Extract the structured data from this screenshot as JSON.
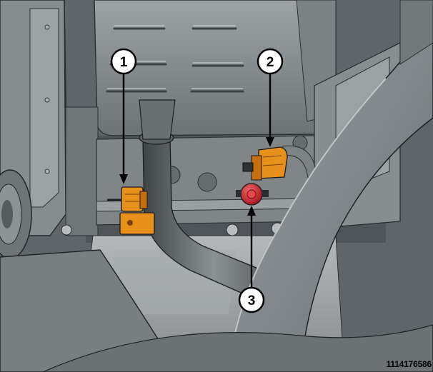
{
  "figure": {
    "callouts": [
      {
        "number": "1"
      },
      {
        "number": "2"
      },
      {
        "number": "3"
      }
    ],
    "figure_id": "1114176586",
    "colors": {
      "component_highlight": "#e8901c",
      "plug_highlight": "#cc1a22",
      "line_art": "#000000",
      "body_gray": "#8e9396",
      "background_gray": "#5d6366"
    }
  }
}
